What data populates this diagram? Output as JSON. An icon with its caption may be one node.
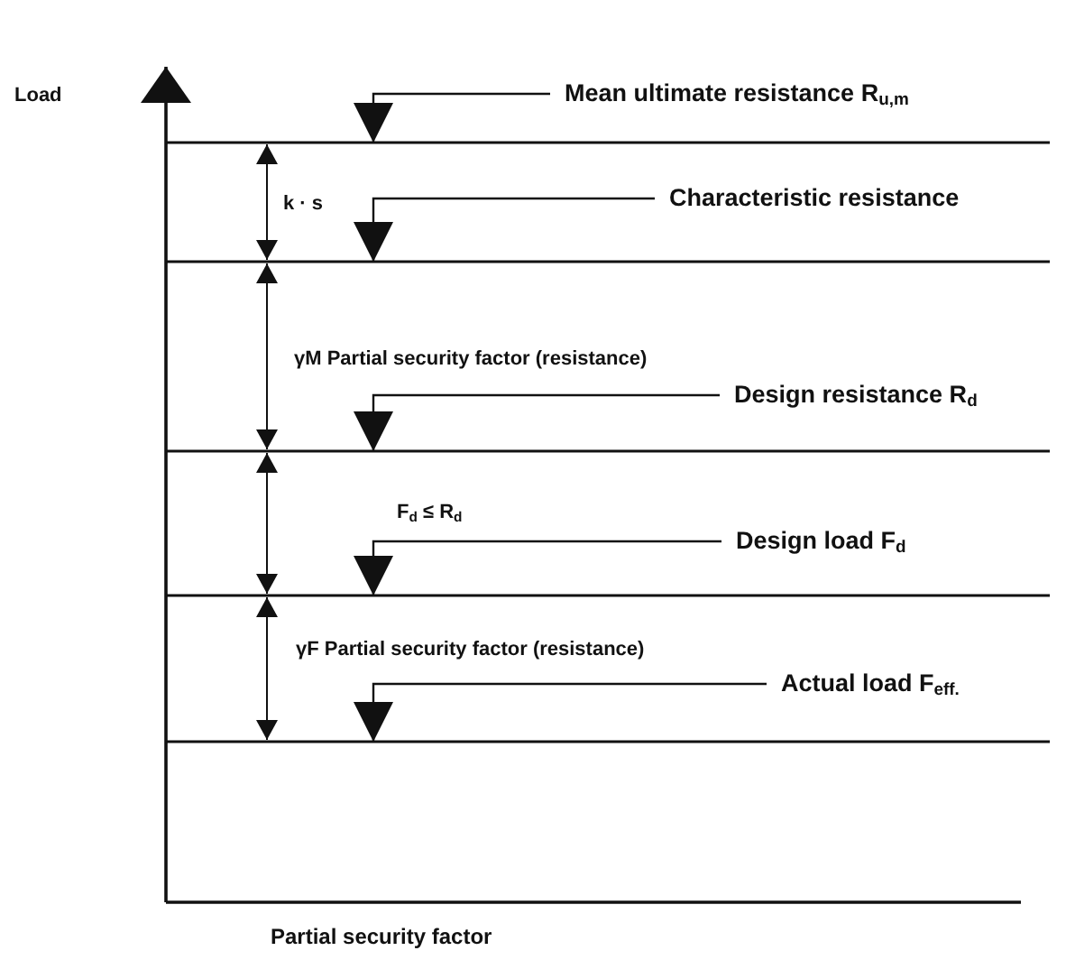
{
  "diagram": {
    "nodes": [
      {
        "text": [
          "Mean ultimate resistance R$_{u,m}$"
        ]
      },
      {
        "text": [
          "Characteristic resistance"
        ]
      },
      {
        "text": [
          "Design resistance R$_{d}$"
        ]
      },
      {
        "text": [
          "Design load F$_{d}$"
        ]
      },
      {
        "text": [
          "Actual load F$_{eff.}$"
        ]
      }
    ],
    "edges": [
      {
        "from": 0,
        "to": null,
        "arrow": "to"
      },
      {
        "from": 1,
        "to": null,
        "arrow": "to"
      },
      {
        "from": 2,
        "to": null,
        "arrow": "to"
      },
      {
        "from": 3,
        "to": null,
        "arrow": "to"
      },
      {
        "from": 4,
        "to": null,
        "arrow": "to"
      }
    ],
    "labels": [
      "Load",
      "k · s",
      "γM Partial security factor (resistance)",
      "F$_{d}$ ≤ R$_{d}$",
      "γF Partial security factor (resistance)",
      "Partial security factor"
    ]
  }
}
